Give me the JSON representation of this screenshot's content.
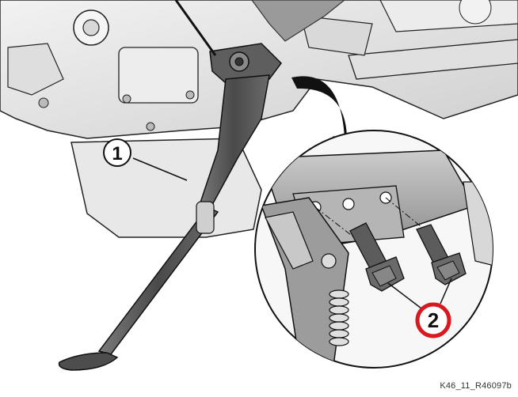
{
  "callouts": {
    "one": "1",
    "two": "2"
  },
  "reference_code": "K46_11_R46097b",
  "colors": {
    "highlight_ring": "#d81920",
    "stand_metal": "#5a5a5a",
    "engine_body": "#e6e6e6",
    "outline": "#111111"
  }
}
